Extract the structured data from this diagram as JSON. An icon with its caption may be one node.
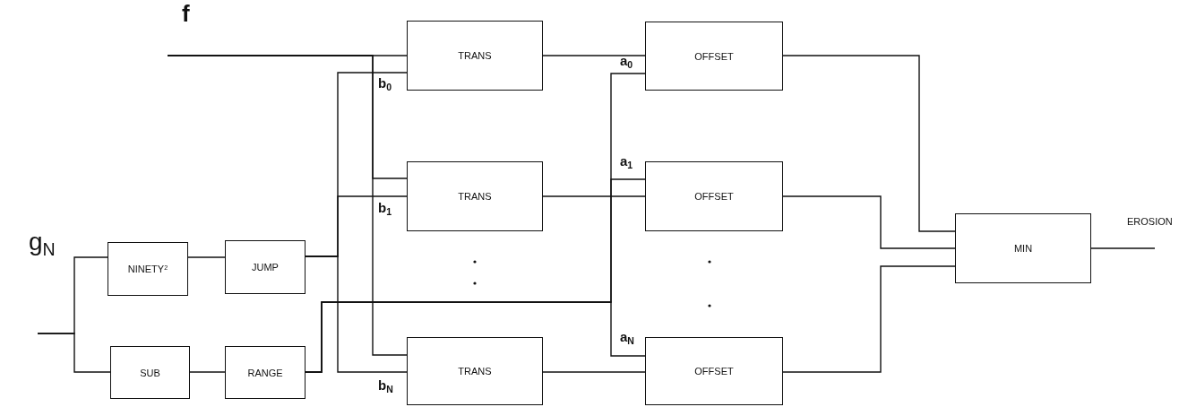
{
  "diagram": {
    "nodes": [
      {
        "text": [
          "NINETY$^{2}$"
        ]
      },
      {
        "text": [
          "JUMP"
        ]
      },
      {
        "text": [
          "SUB"
        ]
      },
      {
        "text": [
          "RANGE"
        ]
      },
      {
        "text": [
          "TRANS"
        ]
      },
      {
        "text": [
          "TRANS"
        ]
      },
      {
        "text": [
          "TRANS"
        ]
      },
      {
        "text": [
          "OFFSET"
        ]
      },
      {
        "text": [
          "OFFSET"
        ]
      },
      {
        "text": [
          "OFFSET"
        ]
      },
      {
        "text": [
          "MIN"
        ]
      }
    ],
    "edges": [
      {
        "from": null,
        "to": 0,
        "arrow": "none"
      },
      {
        "from": null,
        "to": 2,
        "arrow": "none"
      },
      {
        "from": 0,
        "to": 1,
        "arrow": "none"
      },
      {
        "from": 2,
        "to": 3,
        "arrow": "none"
      },
      {
        "from": 1,
        "to": 4,
        "arrow": "none"
      },
      {
        "from": 1,
        "to": 5,
        "arrow": "none"
      },
      {
        "from": 1,
        "to": 6,
        "arrow": "none"
      },
      {
        "from": null,
        "to": 4,
        "arrow": "none"
      },
      {
        "from": null,
        "to": 5,
        "arrow": "none"
      },
      {
        "from": null,
        "to": 6,
        "arrow": "none"
      },
      {
        "from": 3,
        "to": 7,
        "arrow": "none"
      },
      {
        "from": 3,
        "to": 8,
        "arrow": "none"
      },
      {
        "from": 3,
        "to": 9,
        "arrow": "none"
      },
      {
        "from": 4,
        "to": 7,
        "arrow": "none"
      },
      {
        "from": 5,
        "to": 8,
        "arrow": "none"
      },
      {
        "from": 6,
        "to": 9,
        "arrow": "none"
      },
      {
        "from": 7,
        "to": 10,
        "arrow": "none"
      },
      {
        "from": 8,
        "to": 10,
        "arrow": "none"
      },
      {
        "from": 9,
        "to": 10,
        "arrow": "none"
      },
      {
        "from": 10,
        "to": null,
        "arrow": "none"
      }
    ],
    "labels": [
      "f",
      "g$_{N}$",
      "b$_{0}$",
      "a$_{0}$",
      "a$_{1}$",
      "b$_{1}$",
      "a$_{N}$",
      "b$_{N}$",
      "EROSION"
    ]
  }
}
